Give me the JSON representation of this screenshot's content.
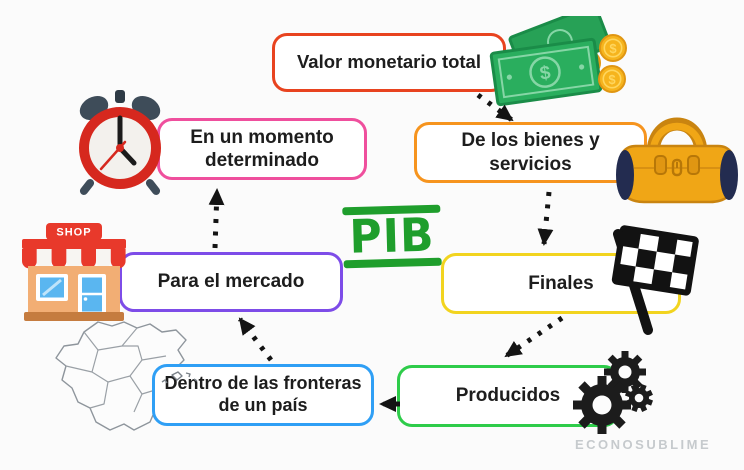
{
  "stamp": {
    "label": "PIB",
    "color": "#1f9e2c"
  },
  "nodes": [
    {
      "id": "valor-monetario",
      "label": "Valor monetario total",
      "border_color": "#e8431f"
    },
    {
      "id": "momento",
      "label": "En un momento determinado",
      "border_color": "#ef4f9d"
    },
    {
      "id": "bienes-servicios",
      "label": "De los bienes y servicios",
      "border_color": "#f6941e"
    },
    {
      "id": "mercado",
      "label": "Para el mercado",
      "border_color": "#7d4ce8"
    },
    {
      "id": "finales",
      "label": "Finales",
      "border_color": "#f2d41f"
    },
    {
      "id": "fronteras",
      "label": "Dentro de las fronteras de un país",
      "border_color": "#2f9ff5"
    },
    {
      "id": "producidos",
      "label": "Producidos",
      "border_color": "#2ecc4a"
    }
  ],
  "connections": [
    {
      "from": "valor-monetario",
      "to": "bienes-servicios"
    },
    {
      "from": "bienes-servicios",
      "to": "finales"
    },
    {
      "from": "finales",
      "to": "producidos"
    },
    {
      "from": "producidos",
      "to": "fronteras"
    },
    {
      "from": "fronteras",
      "to": "mercado"
    },
    {
      "from": "mercado",
      "to": "momento"
    }
  ],
  "icons": {
    "shop_sign": "SHOP",
    "dollar_symbol": "$",
    "list": [
      "alarm-clock",
      "money-bills-and-coins",
      "handbag",
      "shop-store",
      "checkered-flag",
      "spain-map",
      "gears"
    ]
  },
  "watermark": "ECONOSUBLIME"
}
